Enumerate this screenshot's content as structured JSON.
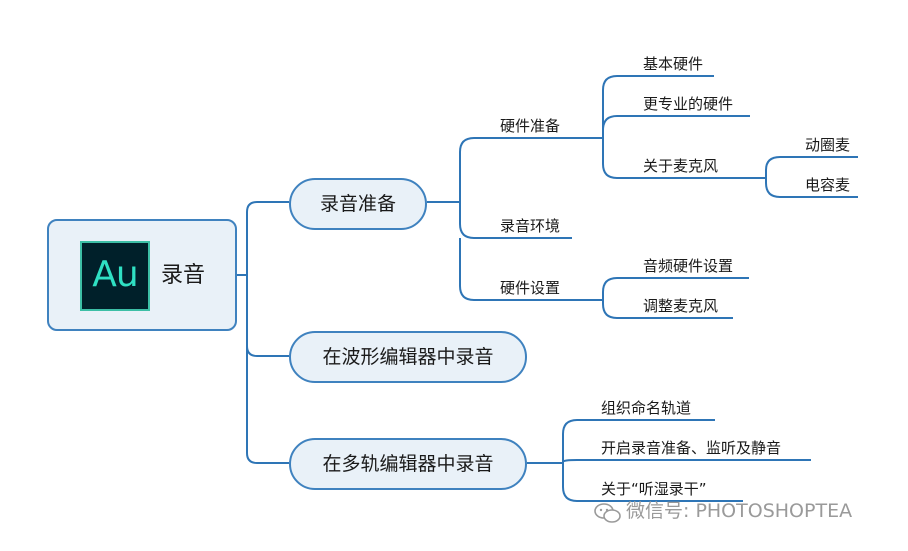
{
  "root": {
    "label": "录音",
    "logo_text": "Au"
  },
  "branches": {
    "prep": {
      "label": "录音准备"
    },
    "waveform": {
      "label": "在波形编辑器中录音"
    },
    "multitrack": {
      "label": "在多轨编辑器中录音"
    }
  },
  "prep_children": {
    "hardware_prep": "硬件准备",
    "environment": "录音环境",
    "hardware_settings": "硬件设置"
  },
  "hardware_prep_children": {
    "basic": "基本硬件",
    "pro": "更专业的硬件",
    "mic": "关于麦克风"
  },
  "mic_children": {
    "dynamic": "动圈麦",
    "condenser": "电容麦"
  },
  "hardware_settings_children": {
    "audio_hw": "音频硬件设置",
    "adjust_mic": "调整麦克风"
  },
  "multitrack_children": {
    "name_tracks": "组织命名轨道",
    "arm_monitor": "开启录音准备、监听及静音",
    "wet_dry": "关于“听湿录干”"
  },
  "watermark": {
    "text": "微信号: PHOTOSHOPTEA",
    "icon": "wechat-icon"
  },
  "colors": {
    "line": "#2e75b6",
    "node_border": "#3f82bf",
    "node_fill": "#e9f1f8",
    "logo_bg": "#00202a",
    "logo_text": "#2fe0c3"
  }
}
